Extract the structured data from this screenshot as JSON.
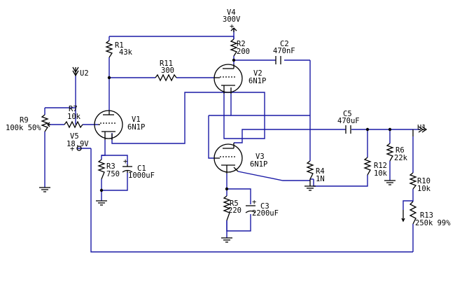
{
  "components": {
    "v4": {
      "name": "V4",
      "value": "300V"
    },
    "r1": {
      "name": "R1",
      "value": "43k"
    },
    "r2": {
      "name": "R2",
      "value": "200"
    },
    "c2": {
      "name": "C2",
      "value": "470nF"
    },
    "r11": {
      "name": "R11",
      "value": "300"
    },
    "v2": {
      "name": "V2",
      "value": "6N1P"
    },
    "u2": {
      "name": "U2"
    },
    "r7": {
      "name": "R7",
      "value": "10k"
    },
    "r9": {
      "name": "R9",
      "value": "100k 50%"
    },
    "v1": {
      "name": "V1",
      "value": "6N1P"
    },
    "v5": {
      "name": "V5",
      "value": "18.9V"
    },
    "c5": {
      "name": "C5",
      "value": "470uF"
    },
    "u1": {
      "name": "U1"
    },
    "r6": {
      "name": "R6",
      "value": "22k"
    },
    "r3": {
      "name": "R3",
      "value": "750"
    },
    "c1": {
      "name": "C1",
      "value": "1000uF"
    },
    "v3": {
      "name": "V3",
      "value": "6N1P"
    },
    "r4": {
      "name": "R4",
      "value": "1N"
    },
    "r12": {
      "name": "R12",
      "value": "10k"
    },
    "r10": {
      "name": "R10",
      "value": "10k"
    },
    "r13": {
      "name": "R13",
      "value": "250k 99%"
    },
    "r5": {
      "name": "R5",
      "value": "220"
    },
    "c3": {
      "name": "C3",
      "value": "2200uF"
    }
  },
  "symbols": {
    "plus": "+"
  }
}
